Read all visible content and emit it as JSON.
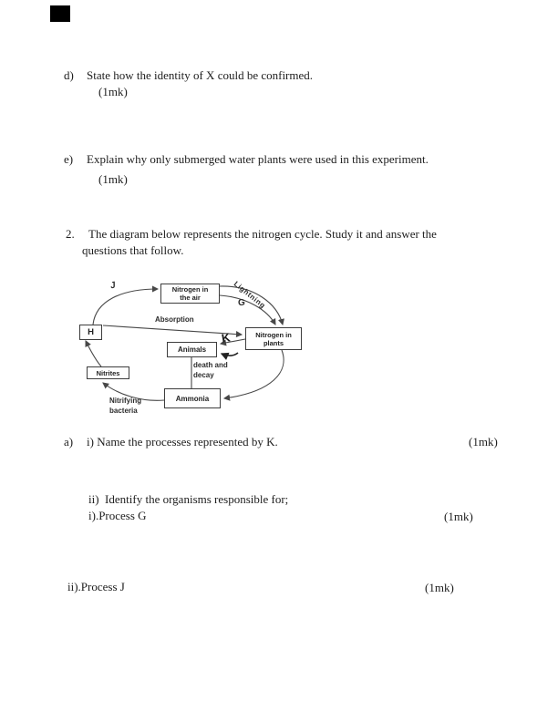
{
  "questions": {
    "d": {
      "marker": "d)",
      "text": "State how the identity of X could be confirmed.",
      "marks": "(1mk)"
    },
    "e": {
      "marker": "e)",
      "text": "Explain why only submerged water plants were used in this experiment.",
      "marks": "(1mk)"
    },
    "q2": {
      "marker": "2.",
      "line1": "The diagram below represents the nitrogen cycle. Study it and answer the",
      "line2": "questions that follow."
    },
    "a_i": {
      "marker": "a)",
      "text": "i) Name the processes represented by K.",
      "marks": "(1mk)"
    },
    "a_ii": {
      "text": "ii)  Identify the organisms responsible for;"
    },
    "a_ii_i": {
      "text": "i).Process G",
      "marks": "(1mk)"
    },
    "a_ii_ii": {
      "text": "ii).Process J",
      "marks": "(1mk)"
    }
  },
  "diagram": {
    "boxes": {
      "nitrogen_air": "Nitrogen in\nthe air",
      "h": "H",
      "nitrogen_plants": "Nitrogen in\nplants",
      "animals": "Animals",
      "nitrites": "Nitrites",
      "ammonia": "Ammonia"
    },
    "labels": {
      "j": "J",
      "lightning": "Lightning",
      "g": "G",
      "absorption": "Absorption",
      "k": "K",
      "death_decay": "death and\ndecay",
      "nitrifying_bacteria": "Nitrifying\nbacteria"
    },
    "line_color": "#474747"
  }
}
